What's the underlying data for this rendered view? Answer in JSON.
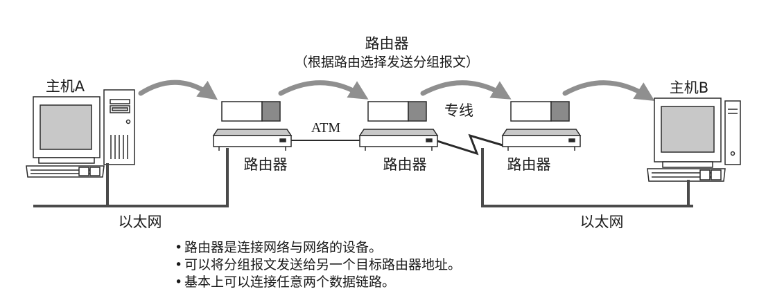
{
  "title": "路由器",
  "subtitle": "（根据路由选择发送分组报文）",
  "hosts": [
    {
      "label": "主机A"
    },
    {
      "label": "主机B"
    }
  ],
  "routers": [
    {
      "label": "路由器"
    },
    {
      "label": "路由器"
    },
    {
      "label": "路由器"
    }
  ],
  "links": {
    "atm": "ATM",
    "leased_line": "专线"
  },
  "networks": [
    {
      "label": "以太网"
    },
    {
      "label": "以太网"
    }
  ],
  "notes": [
    "路由器是连接网络与网络的设备。",
    "可以将分组报文发送给另一个目标路由器地址。",
    "基本上可以连接任意两个数据链路。"
  ],
  "colors": {
    "arrow": "#8f8f8f",
    "packet_shade": "#8a8a8a",
    "device_gray": "#c8c8c8",
    "line": "#4a4a4a"
  }
}
